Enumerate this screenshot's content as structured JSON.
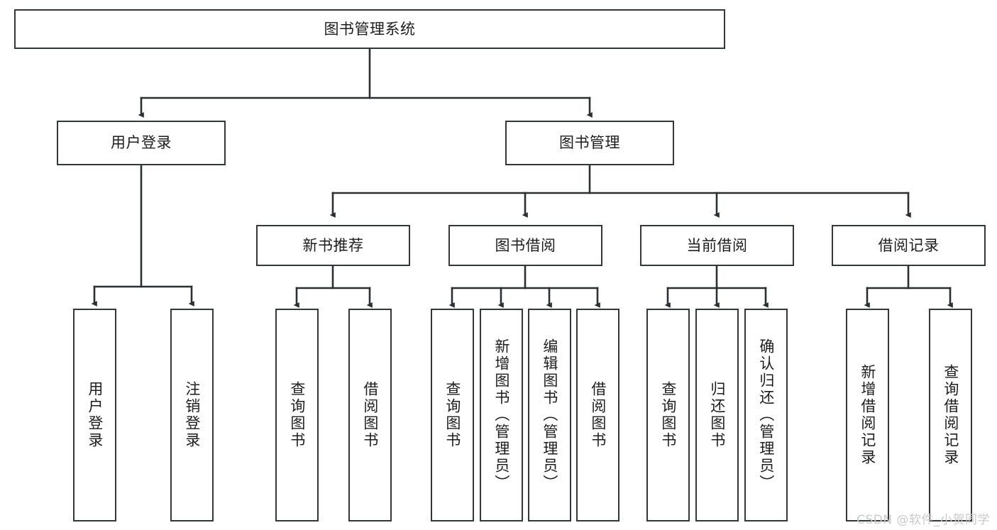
{
  "diagram": {
    "type": "tree",
    "title": "图书管理系统",
    "watermark": "CSDN @软件_小贺同学",
    "colors": {
      "box_border": "#33373a",
      "box_fill": "#ffffff",
      "edge": "#2b2f31",
      "text": "#1d1d1d",
      "watermark": "#c9c9c9",
      "background": "#ffffff"
    },
    "levels": {
      "root": {
        "label": "图书管理系统"
      },
      "level2": [
        {
          "id": "user-login",
          "label": "用户登录"
        },
        {
          "id": "book-manage",
          "label": "图书管理"
        }
      ],
      "level3": [
        {
          "id": "new-book-recommend",
          "label": "新书推荐",
          "parent": "book-manage"
        },
        {
          "id": "book-borrow",
          "label": "图书借阅",
          "parent": "book-manage"
        },
        {
          "id": "current-borrow",
          "label": "当前借阅",
          "parent": "book-manage"
        },
        {
          "id": "borrow-record",
          "label": "借阅记录",
          "parent": "book-manage"
        }
      ],
      "leaves": [
        {
          "id": "leaf-user-login",
          "label": "用户登录",
          "parent": "user-login"
        },
        {
          "id": "leaf-logout-login",
          "label": "注销登录",
          "parent": "user-login"
        },
        {
          "id": "leaf-query-book-1",
          "label": "查询图书",
          "parent": "new-book-recommend"
        },
        {
          "id": "leaf-borrow-book-1",
          "label": "借阅图书",
          "parent": "new-book-recommend"
        },
        {
          "id": "leaf-query-book-2",
          "label": "查询图书",
          "parent": "book-borrow"
        },
        {
          "id": "leaf-add-book",
          "label": "新增图书（管理员）",
          "parent": "book-borrow"
        },
        {
          "id": "leaf-edit-book",
          "label": "编辑图书（管理员）",
          "parent": "book-borrow"
        },
        {
          "id": "leaf-borrow-book-2",
          "label": "借阅图书",
          "parent": "book-borrow"
        },
        {
          "id": "leaf-query-book-3",
          "label": "查询图书",
          "parent": "current-borrow"
        },
        {
          "id": "leaf-return-book",
          "label": "归还图书",
          "parent": "current-borrow"
        },
        {
          "id": "leaf-confirm-return",
          "label": "确认归还（管理员）",
          "parent": "current-borrow"
        },
        {
          "id": "leaf-add-record",
          "label": "新增借阅记录",
          "parent": "borrow-record"
        },
        {
          "id": "leaf-query-record",
          "label": "查询借阅记录",
          "parent": "borrow-record"
        }
      ]
    }
  }
}
